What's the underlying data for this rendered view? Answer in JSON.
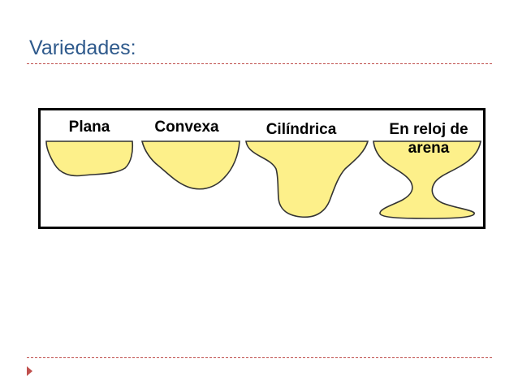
{
  "slide": {
    "title": "Variedades:"
  },
  "figure": {
    "fill_color": "#fdf08a",
    "outline_color": "#333333",
    "shapes": [
      {
        "id": "plana",
        "label_lines": [
          "Plana"
        ]
      },
      {
        "id": "convexa",
        "label_lines": [
          "Convexa"
        ]
      },
      {
        "id": "cilindrica",
        "label_lines": [
          "Cilíndrica"
        ]
      },
      {
        "id": "reloj",
        "label_lines": [
          "En reloj de",
          "arena"
        ]
      }
    ]
  },
  "theme": {
    "title_color": "#2f5a8c",
    "accent_color": "#c0504d"
  }
}
